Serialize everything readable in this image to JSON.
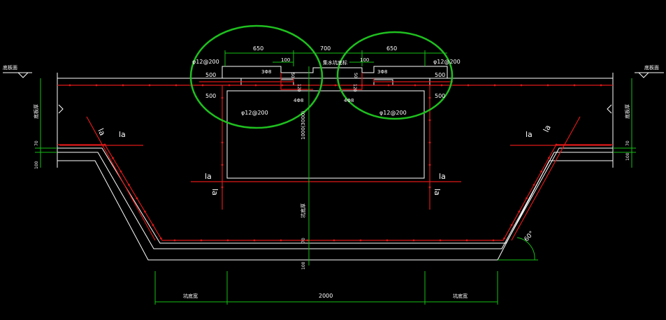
{
  "colors": {
    "background": "#000000",
    "outline": "#ffffff",
    "rebar": "#e01818",
    "dimension": "#16c016",
    "highlight": "#1fbf1f"
  },
  "labels": {
    "left_top": "底板面",
    "right_top": "底板面",
    "center_note": "集水坑底标",
    "dim_650_left": "650",
    "dim_700": "700",
    "dim_650_right": "650",
    "dim_100_left": "100",
    "dim_100_right": "100",
    "rebar_top_left": "φ12@200",
    "rebar_top_right": "φ12@200",
    "rebar_bot_left": "φ12@200",
    "rebar_bot_right": "φ12@200",
    "size_500_lt": "500",
    "size_500_lb": "500",
    "size_500_rt": "500",
    "size_500_rb": "500",
    "bar_3d8_left": "3Φ8",
    "bar_3d8_right": "3Φ8",
    "bar_4d8_left": "4Φ8",
    "bar_4d8_right": "4Φ8",
    "dim_50_left": "50",
    "dim_50_right": "50",
    "dim_120_left": "120",
    "dim_120_right": "120",
    "vert_1000": "1000(3000)",
    "vert_bottom_mid": "坑底厚",
    "left_side_text": "底板厚",
    "right_side_text": "底板厚",
    "dim_70_left": "70",
    "dim_100_left_side": "100",
    "dim_70_right": "70",
    "dim_100_right_side": "100",
    "dim_70_mid": "70",
    "dim_100_mid": "100",
    "la_1": "la",
    "la_2": "la",
    "la_3": "la",
    "la_4": "la",
    "la_5": "la",
    "la_6": "la",
    "la_7": "la",
    "la_8": "la",
    "angle": "60°",
    "bottom_left_text": "坑底宽",
    "bottom_mid": "2000",
    "bottom_right_text": "坑底宽"
  }
}
